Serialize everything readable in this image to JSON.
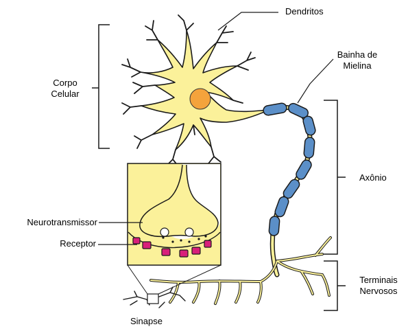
{
  "labels": {
    "dendritos": "Dendritos",
    "bainha": [
      "Bainha de",
      "Mielina"
    ],
    "corpo": [
      "Corpo",
      "Celular"
    ],
    "axonio": "Axônio",
    "neurotransmissor": "Neurotransmissor",
    "receptor": "Receptor",
    "terminais": [
      "Terminais",
      "Nervosos"
    ],
    "sinapse": "Sinapse"
  },
  "colors": {
    "cytoplasm": "#fbf19a",
    "nucleus": "#f4a33c",
    "myelin": "#5b8fc8",
    "receptor": "#d8207a",
    "outline": "#1a1a1a"
  }
}
